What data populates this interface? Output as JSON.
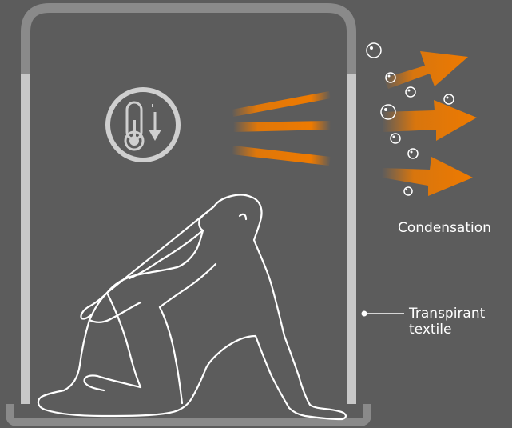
{
  "labels": {
    "condensation": "Condensation",
    "textile_line1": "Transpirant",
    "textile_line2": "textile"
  },
  "icons": {
    "temperature": "thermometer-down-icon",
    "person": "seated-person-icon",
    "heat": "heat-wave-icon",
    "vapor": "vapor-arrow-icon",
    "droplet": "droplet-bubble-icon"
  },
  "colors": {
    "background": "#5c5c5c",
    "frame": "#888888",
    "fabric": "#c8c8c8",
    "heat_orange": "#ee7a00",
    "line_white": "#ffffff"
  }
}
